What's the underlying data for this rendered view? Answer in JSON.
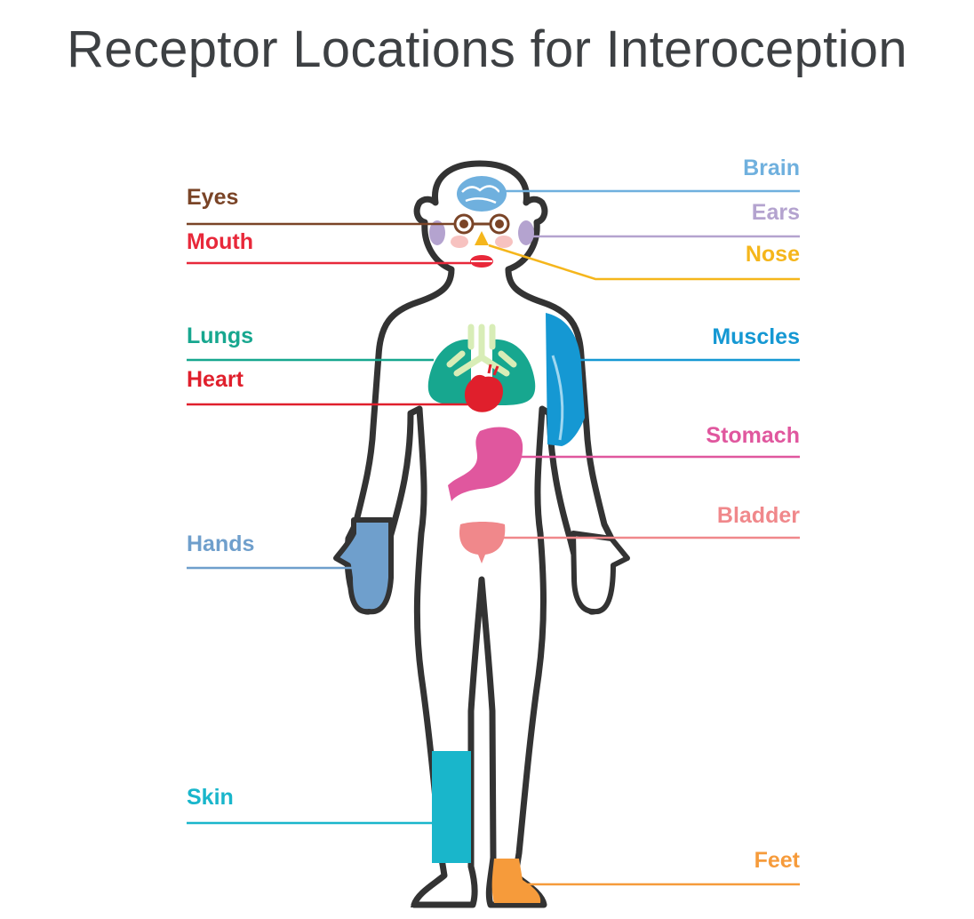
{
  "title": "Receptor Locations for Interoception",
  "colors": {
    "outline": "#333333",
    "eyes": "#7a4427",
    "mouth": "#e8283a",
    "lungs": "#17a78f",
    "heart": "#e01f2c",
    "hands": "#6f9fcc",
    "skin": "#19b6cb",
    "brain": "#6fb0de",
    "ears": "#b4a3cf",
    "nose": "#f5b61c",
    "muscles": "#1598d3",
    "stomach": "#e0579e",
    "bladder": "#f0888b",
    "feet": "#f69b3b"
  },
  "labels_left": [
    {
      "key": "eyes",
      "text": "Eyes"
    },
    {
      "key": "mouth",
      "text": "Mouth"
    },
    {
      "key": "lungs",
      "text": "Lungs"
    },
    {
      "key": "heart",
      "text": "Heart"
    },
    {
      "key": "hands",
      "text": "Hands"
    },
    {
      "key": "skin",
      "text": "Skin"
    }
  ],
  "labels_right": [
    {
      "key": "brain",
      "text": "Brain"
    },
    {
      "key": "ears",
      "text": "Ears"
    },
    {
      "key": "nose",
      "text": "Nose"
    },
    {
      "key": "muscles",
      "text": "Muscles"
    },
    {
      "key": "stomach",
      "text": "Stomach"
    },
    {
      "key": "bladder",
      "text": "Bladder"
    },
    {
      "key": "feet",
      "text": "Feet"
    }
  ]
}
